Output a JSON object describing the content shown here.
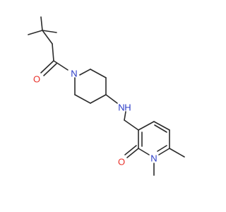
{
  "molecule": {
    "atoms": {
      "o_acyl": "O",
      "n_piperidine": "N",
      "n_amine": "N",
      "h_amine": "H",
      "o_pyridone": "O",
      "n_pyridone": "N"
    }
  },
  "colors": {
    "bond": "#2b2b2b",
    "oxygen": "#e8312a",
    "nitrogen": "#2a3bc7",
    "background": "#ffffff"
  }
}
